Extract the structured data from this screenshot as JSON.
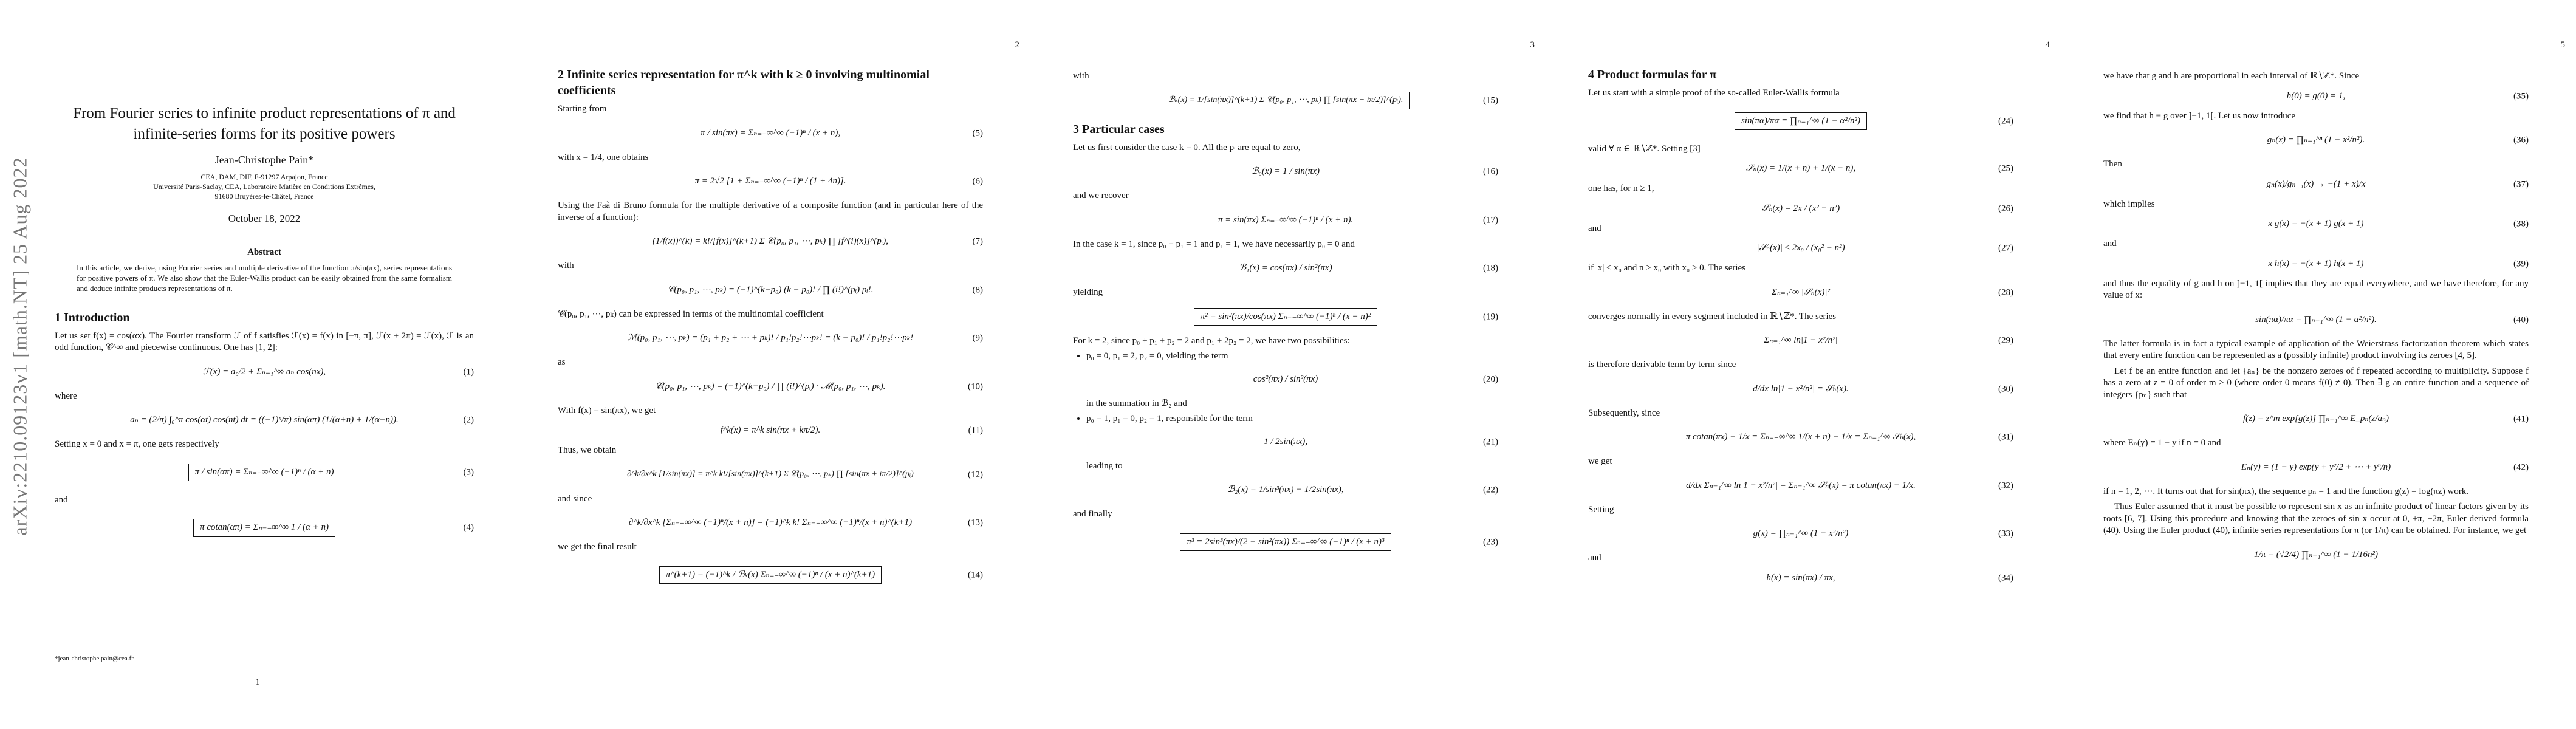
{
  "sidebar": {
    "arxiv_id": "arXiv:2210.09123v1  [math.NT]  25 Aug 2022"
  },
  "pages": {
    "p1": {
      "number": "1",
      "title": "From Fourier series to infinite product representations of π and infinite-series forms for its positive powers",
      "author": "Jean-Christophe Pain*",
      "affil1": "CEA, DAM, DIF, F-91297 Arpajon, France",
      "affil2": "Université Paris-Saclay, CEA, Laboratoire Matière en Conditions Extrêmes,",
      "affil3": "91680 Bruyères-le-Châtel, France",
      "date": "October 18, 2022",
      "abstract_heading": "Abstract",
      "abstract": "In this article, we derive, using Fourier series and multiple derivative of the function π/sin(πx), series representations for positive powers of π. We also show that the Euler-Wallis product can be easily obtained from the same formalism and deduce infinite products representations of π.",
      "section": "1   Introduction",
      "intro": "Let us set f(x) = cos(αx). The Fourier transform ℱ of f satisfies ℱ(x) = f(x) in [−π, π], ℱ(x + 2π) = ℱ(x), ℱ is an odd function, 𝒞^∞ and piecewise continuous. One has [1, 2]:",
      "eq1": "ℱ(x) = a₀/2 + Σₙ₌₁^∞ aₙ cos(nx),",
      "where": "where",
      "eq2": "aₙ = (2/π) ∫₀^π cos(αt) cos(nt) dt = ((−1)ⁿ/π) sin(απ) (1/(α+n) + 1/(α−n)).",
      "setting": "Setting x = 0 and x = π, one gets respectively",
      "eq3": "π / sin(απ) = Σₙ₌₋∞^∞ (−1)ⁿ / (α + n)",
      "and": "and",
      "eq4": "π cotan(απ) = Σₙ₌₋∞^∞ 1 / (α + n)",
      "footnote": "*jean-christophe.pain@cea.fr",
      "nums": [
        "(1)",
        "(2)",
        "(3)",
        "(4)"
      ]
    },
    "p2": {
      "number": "2",
      "section": "2   Infinite series representation for π^k with k ≥ 0 involving multinomial coefficients",
      "t1": "Starting from",
      "eq5": "π / sin(πx) = Σₙ₌₋∞^∞ (−1)ⁿ / (x + n),",
      "t2": "with x = 1/4, one obtains",
      "eq6": "π = 2√2 [1 + Σₙ₌₋∞^∞ (−1)ⁿ / (1 + 4n)].",
      "t3": "Using the Faà di Bruno formula for the multiple derivative of a composite function (and in particular here of the inverse of a function):",
      "eq7": "(1/f(x))^(k) = k!/[f(x)]^(k+1) Σ 𝒞(p₀, p₁, ⋯, pₖ) ∏ [f^(i)(x)]^(pᵢ),",
      "t4": "with",
      "eq8": "𝒞(p₀, p₁, ⋯, pₖ) = (−1)^(k−p₀) (k − p₀)! / ∏ (i!)^(pᵢ) pᵢ!.",
      "t5": "𝒞(p₀, p₁, ⋯, pₖ) can be expressed in terms of the multinomial coefficient",
      "eq9": "ℳ(p₀, p₁, ⋯, pₖ) = (p₁ + p₂ + ⋯ + pₖ)! / p₁!p₂!⋯pₖ! = (k − p₀)! / p₁!p₂!⋯pₖ!",
      "t6": "as",
      "eq10": "𝒞(p₀, p₁, ⋯, pₖ) = (−1)^(k−p₀) / ∏ (i!)^(pᵢ) · ℳ(p₀, p₁, ⋯, pₖ).",
      "t7": "With f(x) = sin(πx), we get",
      "eq11": "f^k(x) = π^k sin(πx + kπ/2).",
      "t8": "Thus, we obtain",
      "eq12": "∂^k/∂x^k [1/sin(πx)] = π^k k!/[sin(πx)]^(k+1) Σ 𝒞(p₀, ⋯, pₖ) ∏ [sin(πx + iπ/2)]^(pᵢ)",
      "t9": "and since",
      "eq13": "∂^k/∂x^k [Σₙ₌₋∞^∞ (−1)ⁿ/(x + n)] = (−1)^k k! Σₙ₌₋∞^∞ (−1)ⁿ/(x + n)^(k+1)",
      "t10": "we get the final result",
      "eq14": "π^(k+1) = (−1)^k / ℬₖ(x) Σₙ₌₋∞^∞ (−1)ⁿ / (x + n)^(k+1)",
      "nums": [
        "(5)",
        "(6)",
        "(7)",
        "(8)",
        "(9)",
        "(10)",
        "(11)",
        "(12)",
        "(13)",
        "(14)"
      ]
    },
    "p3": {
      "number": "3",
      "t1": "with",
      "eq15": "ℬₖ(x) = 1/[sin(πx)]^(k+1) Σ 𝒞(p₀, p₁, ⋯, pₖ) ∏ [sin(πx + iπ/2)]^(pᵢ).",
      "section": "3   Particular cases",
      "t2": "Let us first consider the case k = 0. All the pᵢ are equal to zero,",
      "eq16": "ℬ₀(x) = 1 / sin(πx)",
      "t3": "and we recover",
      "eq17": "π = sin(πx) Σₙ₌₋∞^∞ (−1)ⁿ / (x + n).",
      "t4": "In the case k = 1, since p₀ + p₁ = 1 and p₁ = 1, we have necessarily p₀ = 0 and",
      "eq18": "ℬ₁(x) = cos(πx) / sin²(πx)",
      "t5": "yielding",
      "eq19": "π² = sin²(πx)/cos(πx) Σₙ₌₋∞^∞ (−1)ⁿ / (x + n)²",
      "t6": "For k = 2, since p₀ + p₁ + p₂ = 2 and p₁ + 2p₂ = 2, we have two possibilities:",
      "b1": "p₀ = 0, p₁ = 2, p₂ = 0, yielding the term",
      "eq20": "cos²(πx) / sin³(πx)",
      "t7": "in the summation in ℬ₂ and",
      "b2": "p₀ = 1, p₁ = 0, p₂ = 1, responsible for the term",
      "eq21": "1 / 2sin(πx),",
      "t8": "leading to",
      "eq22": "ℬ₂(x) = 1/sin³(πx) − 1/2sin(πx),",
      "t9": "and finally",
      "eq23": "π³ = 2sin³(πx)/(2 − sin²(πx)) Σₙ₌₋∞^∞ (−1)ⁿ / (x + n)³",
      "nums": [
        "(15)",
        "(16)",
        "(17)",
        "(18)",
        "(19)",
        "(20)",
        "(21)",
        "(22)",
        "(23)"
      ]
    },
    "p4": {
      "number": "4",
      "section": "4   Product formulas for π",
      "t1": "Let us start with a simple proof of the so-called Euler-Wallis formula",
      "eq24": "sin(πα)/πα = ∏ₙ₌₁^∞ (1 − α²/n²)",
      "t2": "valid ∀ α ∈ ℝ∖ℤ*. Setting [3]",
      "eq25": "𝒮ₙ(x) = 1/(x + n) + 1/(x − n),",
      "t3": "one has, for n ≥ 1,",
      "eq26": "𝒮ₙ(x) = 2x / (x² − n²)",
      "t4": "and",
      "eq27": "|𝒮ₙ(x)| ≤ 2x₀ / (x₀² − n²)",
      "t5": "if |x| ≤ x₀ and n > x₀ with x₀ > 0. The series",
      "eq28": "Σₙ₌₁^∞ |𝒮ₙ(x)|²",
      "t6": "converges normally in every segment included in ℝ∖ℤ*. The series",
      "eq29": "Σₙ₌₁^∞ ln|1 − x²/n²|",
      "t7": "is therefore derivable term by term since",
      "eq30": "d/dx ln|1 − x²/n²| = 𝒮ₙ(x).",
      "t8": "Subsequently, since",
      "eq31": "π cotan(πx) − 1/x = Σₙ₌₋∞^∞ 1/(x + n) − 1/x = Σₙ₌₁^∞ 𝒮ₙ(x),",
      "t9": "we get",
      "eq32": "d/dx Σₙ₌₁^∞ ln|1 − x²/n²| = Σₙ₌₁^∞ 𝒮ₙ(x) = π cotan(πx) − 1/x.",
      "t10": "Setting",
      "eq33": "g(x) = ∏ₙ₌₁^∞ (1 − x²/n²)",
      "t11": "and",
      "eq34": "h(x) = sin(πx) / πx,",
      "nums": [
        "(24)",
        "(25)",
        "(26)",
        "(27)",
        "(28)",
        "(29)",
        "(30)",
        "(31)",
        "(32)",
        "(33)",
        "(34)"
      ]
    },
    "p5": {
      "number": "5",
      "t1": "we have that g and h are proportional in each interval of ℝ∖ℤ*. Since",
      "eq35": "h(0) = g(0) = 1,",
      "t2": "we find that h ≡ g over ]−1, 1[. Let us now introduce",
      "eq36": "gₙ(x) = ∏ₙ₌₁^ⁿ (1 − x²/n²).",
      "t3": "Then",
      "eq37": "gₙ(x)/gₙ₊₁(x) → −(1 + x)/x",
      "t4": "which implies",
      "eq38": "x g(x) = −(x + 1) g(x + 1)",
      "t5": "and",
      "eq39": "x h(x) = −(x + 1) h(x + 1)",
      "t6": "and thus the equality of g and h on ]−1, 1[ implies that they are equal everywhere, and we have therefore, for any value of x:",
      "eq40": "sin(πα)/πα = ∏ₙ₌₁^∞ (1 − α²/n²).",
      "t7": "The latter formula is in fact a typical example of application of the Weierstrass factorization theorem which states that every entire function can be represented as a (possibly infinite) product involving its zeroes [4, 5].",
      "t8": "Let f be an entire function and let {aₙ} be the nonzero zeroes of f repeated according to multiplicity. Suppose f has a zero at z = 0 of order m ≥ 0 (where order 0 means f(0) ≠ 0). Then ∃ g an entire function and a sequence of integers {pₙ} such that",
      "eq41": "f(z) = z^m exp[g(z)] ∏ₙ₌₁^∞ E_pₙ(z/aₙ)",
      "t9": "where Eₙ(y) = 1 − y if n = 0 and",
      "eq42": "Eₙ(y) = (1 − y) exp(y + y²/2 + ⋯ + yⁿ/n)",
      "t10": "if n = 1, 2, ⋯. It turns out that for sin(πx), the sequence pₙ = 1 and the function g(z) = log(πz) work.",
      "t11": "Thus Euler assumed that it must be possible to represent sin x as an infinite product of linear factors given by its roots [6, 7]. Using this procedure and knowing that the zeroes of sin x occur at 0, ±π, ±2π, Euler derived formula (40). Using the Euler product (40), infinite series representations for π (or 1/π) can be obtained. For instance, we get",
      "eq43": "1/π = (√2/4) ∏ₙ₌₁^∞ (1 − 1/16n²)",
      "nums": [
        "(35)",
        "(36)",
        "(37)",
        "(38)",
        "(39)",
        "(40)",
        "(41)",
        "(42)"
      ]
    }
  }
}
